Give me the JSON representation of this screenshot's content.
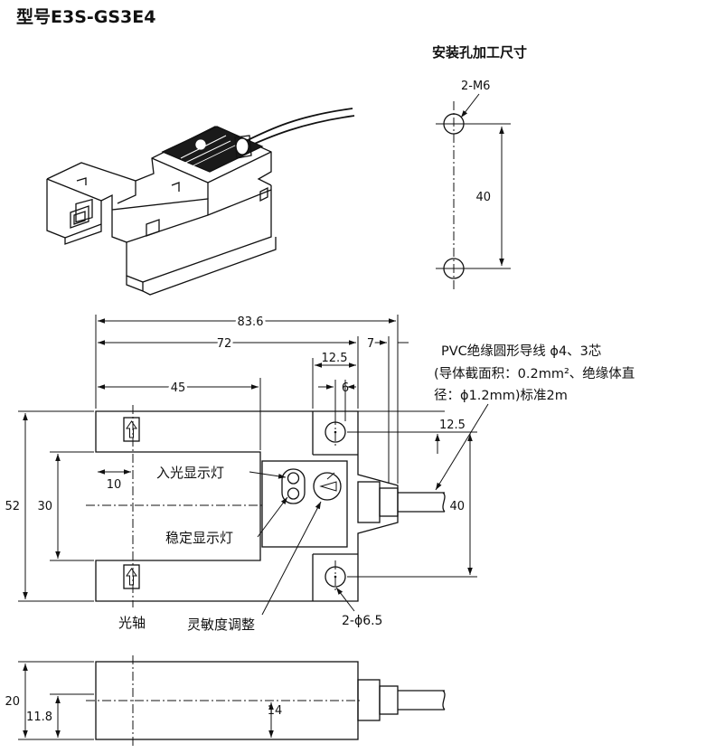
{
  "title": "型号E3S-GS3E4",
  "mount_hole": {
    "title": "安装孔加工尺寸",
    "hole_label": "2-M6",
    "spacing": "40"
  },
  "dimensions": {
    "overall_length": "83.6",
    "body_length": "72",
    "cable_offset": "7",
    "hole_block": "12.5",
    "hole_center": "6",
    "slot_depth": "45",
    "hole_offset_v": "12.5",
    "axis_offset": "10",
    "height": "52",
    "slot_width": "30",
    "hole_spacing": "40",
    "thickness": "20",
    "mid_thickness": "11.8",
    "cable_height": "14"
  },
  "labels": {
    "cable_line1": "PVC绝缘圆形导线  ϕ4、3芯",
    "cable_line2": "(导体截面积：0.2mm²、绝缘体直",
    "cable_line3": "径：ϕ1.2mm)标准2m",
    "incident_light": "入光显示灯",
    "stability_light": "稳定显示灯",
    "optical_axis": "光轴",
    "sensitivity": "灵敏度调整",
    "hole_diameter": "2-ϕ6.5"
  }
}
